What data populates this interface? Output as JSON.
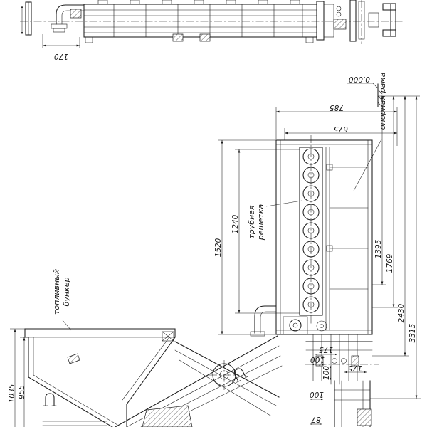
{
  "drawing": {
    "type": "engineering-assembly-drawing",
    "language": "ru"
  },
  "labels": {
    "fuel_bunker_line1": "топливный",
    "fuel_bunker_line2": "бункер",
    "tube_grid_line1": "трубная",
    "tube_grid_line2": "решетка",
    "support_frame": "опорная рама",
    "datum_elevation": "0.000"
  },
  "dimensions": {
    "pipe_offset": "170",
    "width_outer": "785",
    "width_inner": "675",
    "grid_height": "1240",
    "body_height": "1520",
    "elevation_1": "1395",
    "elevation_2": "1769",
    "elevation_3": "2430",
    "elevation_4": "3315",
    "bunker_height_outer": "1035",
    "bunker_height_inner": "955",
    "base_175_a": "175",
    "base_100_a": "100",
    "base_100_b": "100",
    "base_175_b": "175",
    "base_100_c": "100",
    "base_87": "87"
  },
  "colors": {
    "ink": "#1c1c1c",
    "background": "#ffffff"
  }
}
